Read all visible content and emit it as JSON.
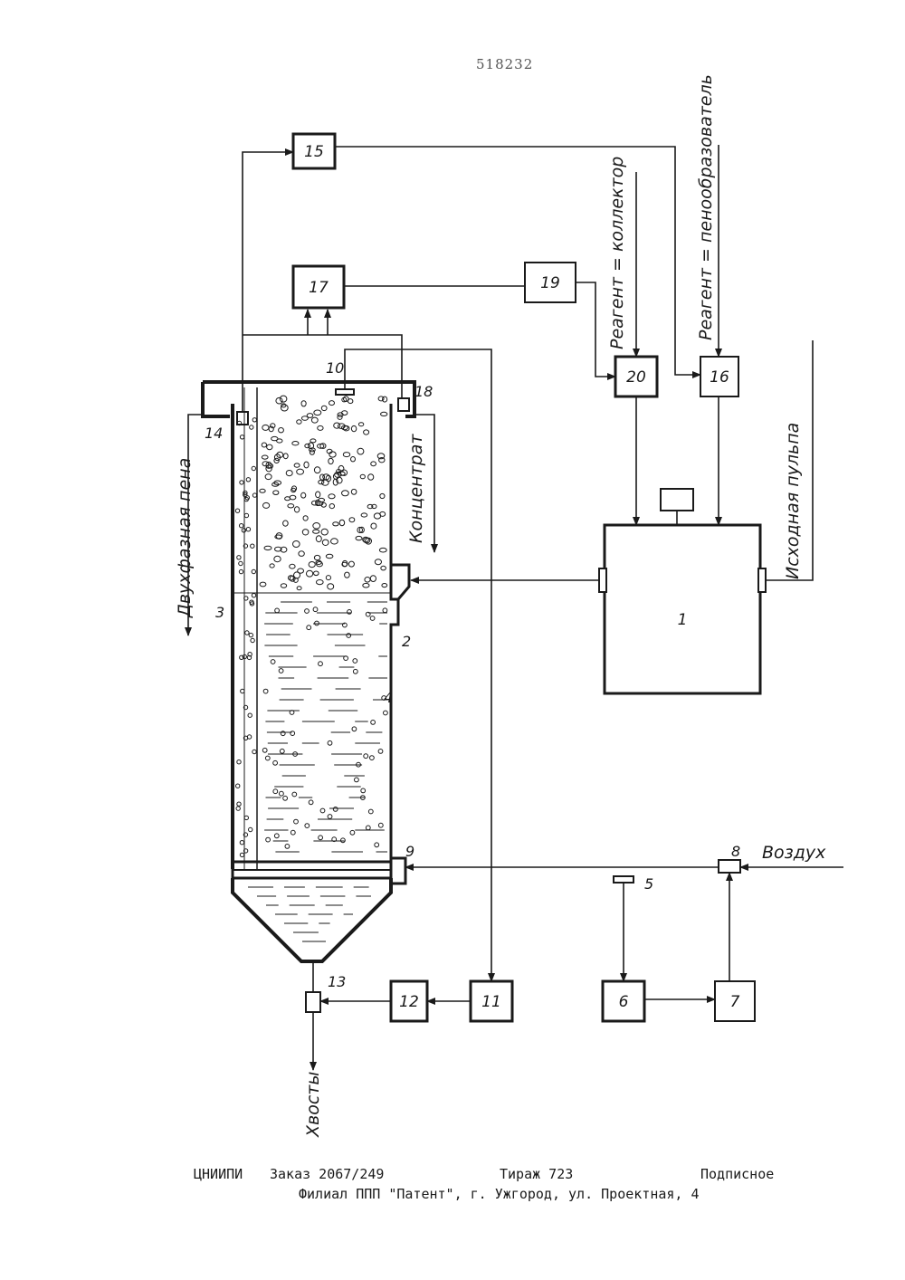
{
  "patent_number": "518232",
  "blocks": [
    "1",
    "6",
    "7",
    "11",
    "12",
    "15",
    "16",
    "17",
    "19",
    "20"
  ],
  "parts": [
    "2",
    "3",
    "4",
    "5",
    "8",
    "9",
    "10",
    "13",
    "14",
    "18"
  ],
  "labels": {
    "foam": "Двухфазная пена",
    "concentrate": "Концентрат",
    "collector": "Реагент = коллектор",
    "frother": "Реагент = пенообразователь",
    "feed": "Исходная пульпа",
    "air": "Воздух",
    "tails": "Хвосты"
  },
  "footer": {
    "org": "ЦНИИПИ",
    "order": "Заказ 2067/249",
    "circulation": "Тираж 723",
    "subscription": "Подписное",
    "branch": "Филиал ППП \"Патент\", г. Ужгород, ул. Проектная, 4"
  }
}
